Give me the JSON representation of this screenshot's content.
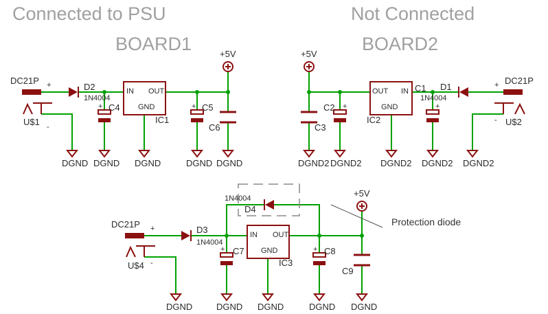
{
  "headings": {
    "left_title": "Connected to PSU",
    "right_title": "Not Connected",
    "board1": "BOARD1",
    "board2": "BOARD2"
  },
  "labels": {
    "dc21p": "DC21P",
    "plus": "+",
    "minus": "-",
    "plus5v": "+5V",
    "in": "IN",
    "out": "OUT",
    "gnd": "GND",
    "diode_part": "1N4004",
    "dgnd": "DGND",
    "dgnd2": "DGND2",
    "protection": "Protection diode"
  },
  "refs": {
    "d1": "D1",
    "d2": "D2",
    "d3": "D3",
    "d4": "D4",
    "c1": "C1",
    "c2": "C2",
    "c3": "C3",
    "c4": "C4",
    "c5": "C5",
    "c6": "C6",
    "c7": "C7",
    "c8": "C8",
    "c9": "C9",
    "ic1": "IC1",
    "ic2": "IC2",
    "ic3": "IC3",
    "us1": "U$1",
    "us2": "U$2",
    "us4": "U$4"
  },
  "colors": {
    "wire": "#00a000",
    "part": "#8b1010",
    "title": "#a0a0a0"
  }
}
